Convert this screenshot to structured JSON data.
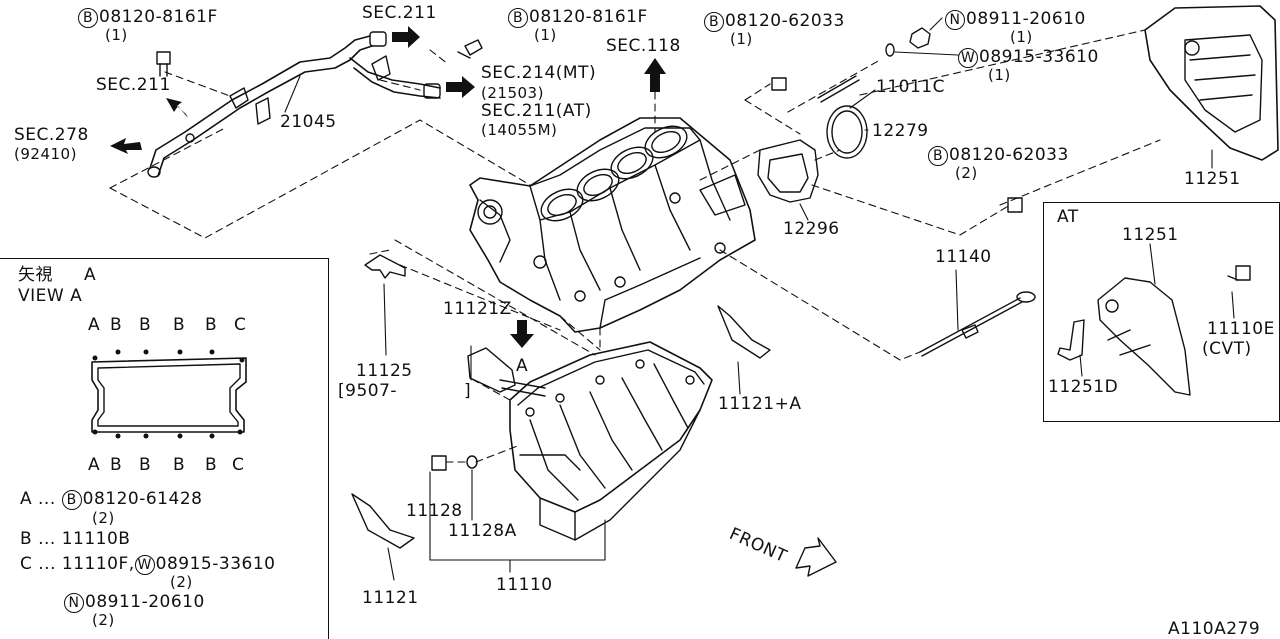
{
  "callouts": {
    "b_8161f_left": {
      "prefix": "B",
      "code": "08120-8161F",
      "qty": "(1)"
    },
    "b_8161f_mid": {
      "prefix": "B",
      "code": "08120-8161F",
      "qty": "(1)"
    },
    "b_62033_top": {
      "prefix": "B",
      "code": "08120-62033",
      "qty": "(1)"
    },
    "n_20610": {
      "prefix": "N",
      "code": "08911-20610",
      "qty": "(1)"
    },
    "w_33610": {
      "prefix": "W",
      "code": "08915-33610",
      "qty": "(1)"
    },
    "b_62033_right": {
      "prefix": "B",
      "code": "08120-62033",
      "qty": "(2)"
    }
  },
  "sec_refs": {
    "sec211_top": "SEC.211",
    "sec211_left": "SEC.211",
    "sec278": "SEC.278",
    "sec278_code": "(92410)",
    "sec118": "SEC.118",
    "sec214_mt": "SEC.214(MT)",
    "sec214_code": "(21503)",
    "sec211_at": "SEC.211(AT)",
    "sec211_at_code": "(14055M)"
  },
  "parts": {
    "p21045": "21045",
    "p11011c": "11011C",
    "p12279": "12279",
    "p12296": "12296",
    "p11251": "11251",
    "p11140": "11140",
    "p11121z": "11121Z",
    "arrow_a": "A",
    "p11125": "11125",
    "p11125_date": "[9507-",
    "p11125_close": "]",
    "p11121a": "11121+A",
    "p11128": "11128",
    "p11128a": "11128A",
    "p11110": "11110",
    "p11121": "11121",
    "front": "FRONT"
  },
  "at_panel": {
    "title": "AT",
    "p11251": "11251",
    "p11110e": "11110E",
    "cvt": "(CVT)",
    "p11251d": "11251D"
  },
  "view_panel": {
    "title_jp": "矢視",
    "title_a": "A",
    "title_view": "VIEW A",
    "top_letters": [
      "A",
      "B",
      "B",
      "B",
      "B",
      "C"
    ],
    "bottom_letters": [
      "A",
      "B",
      "B",
      "B",
      "B",
      "C"
    ],
    "legend": [
      {
        "key": "A ...",
        "prefix": "B",
        "text": "08120-61428",
        "qty": "(2)"
      },
      {
        "key": "B ...",
        "prefix": "",
        "text": "11110B",
        "qty": ""
      },
      {
        "key": "C ...",
        "prefix": "",
        "text": "11110F,",
        "qty": ""
      }
    ],
    "legend_c_w": {
      "prefix": "W",
      "text": "08915-33610",
      "qty": "(2)"
    },
    "legend_c_n": {
      "prefix": "N",
      "text": "08911-20610",
      "qty": "(2)"
    }
  },
  "diagram_code": "A110A279"
}
